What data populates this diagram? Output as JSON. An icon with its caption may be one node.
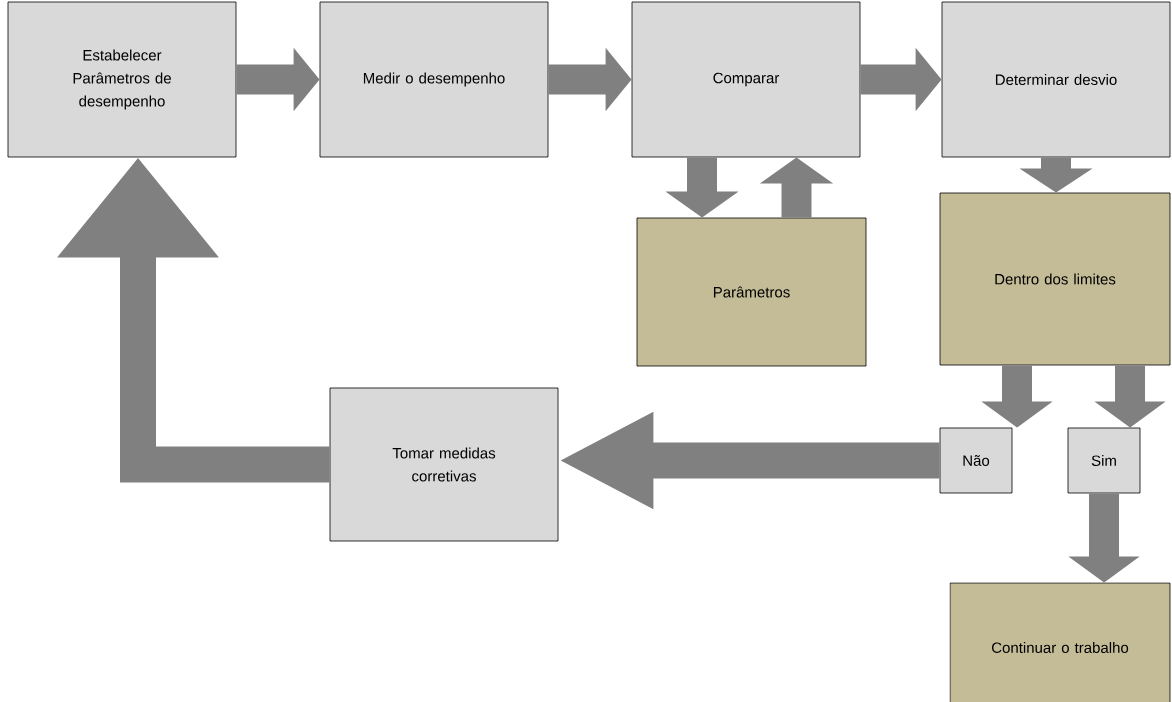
{
  "diagram": {
    "nodes": [
      {
        "text": [
          "Estabelecer Parâmetros de desempenho"
        ]
      },
      {
        "text": [
          "Medir o desempenho"
        ]
      },
      {
        "text": [
          "Comparar"
        ]
      },
      {
        "text": [
          "Determinar desvio"
        ]
      },
      {
        "text": [
          "Parâmetros"
        ]
      },
      {
        "text": [
          "Dentro dos limites"
        ]
      },
      {
        "text": [
          "Não"
        ]
      },
      {
        "text": [
          "Sim"
        ]
      },
      {
        "text": [
          "Tomar medidas corretivas"
        ]
      },
      {
        "text": [
          "Continuar o trabalho"
        ]
      }
    ],
    "edges": [
      {
        "from": 0,
        "to": 1,
        "arrow": "to"
      },
      {
        "from": 1,
        "to": 2,
        "arrow": "to"
      },
      {
        "from": 2,
        "to": 3,
        "arrow": "to"
      },
      {
        "from": 2,
        "to": 4,
        "arrow": "to"
      },
      {
        "from": 4,
        "to": 2,
        "arrow": "to"
      },
      {
        "from": 3,
        "to": 5,
        "arrow": "to"
      },
      {
        "from": 5,
        "to": 6,
        "arrow": "to"
      },
      {
        "from": 5,
        "to": 7,
        "arrow": "to"
      },
      {
        "from": 6,
        "to": 8,
        "arrow": "to"
      },
      {
        "from": 8,
        "to": 0,
        "arrow": "to"
      },
      {
        "from": 7,
        "to": 9,
        "arrow": "to"
      }
    ]
  }
}
